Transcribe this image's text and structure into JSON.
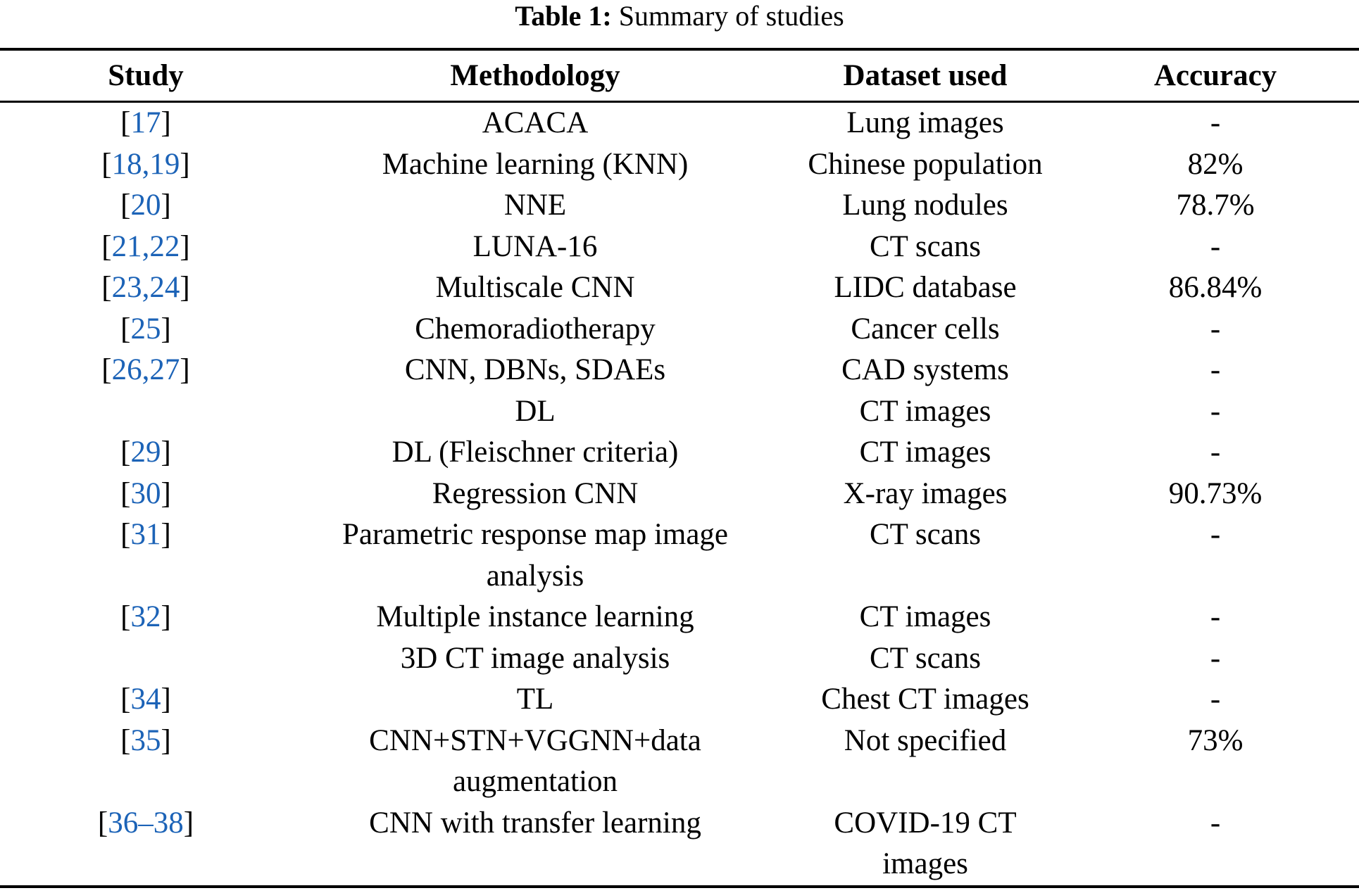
{
  "caption": {
    "label": "Table 1:",
    "text": " Summary of studies"
  },
  "table": {
    "link_color": "#1c63b7",
    "text_color": "#000000",
    "headers": [
      "Study",
      "Methodology",
      "Dataset used",
      "Accuracy"
    ],
    "rows": [
      {
        "ref_open": "[",
        "ref": "17",
        "ref_close": "]",
        "methodology": "ACACA",
        "dataset": "Lung images",
        "accuracy": "-"
      },
      {
        "ref_open": "[",
        "ref": "18,19",
        "ref_close": "]",
        "methodology": "Machine learning (KNN)",
        "dataset": "Chinese population",
        "accuracy": "82%"
      },
      {
        "ref_open": "[",
        "ref": "20",
        "ref_close": "]",
        "methodology": "NNE",
        "dataset": "Lung nodules",
        "accuracy": "78.7%"
      },
      {
        "ref_open": "[",
        "ref": "21,22",
        "ref_close": "]",
        "methodology": "LUNA-16",
        "dataset": "CT scans",
        "accuracy": "-"
      },
      {
        "ref_open": "[",
        "ref": "23,24",
        "ref_close": "]",
        "methodology": "Multiscale CNN",
        "dataset": "LIDC database",
        "accuracy": "86.84%"
      },
      {
        "ref_open": "[",
        "ref": "25",
        "ref_close": "]",
        "methodology": "Chemoradiotherapy",
        "dataset": "Cancer cells",
        "accuracy": "-"
      },
      {
        "ref_open": "[",
        "ref": "26,27",
        "ref_close": "]",
        "methodology": "CNN, DBNs, SDAEs",
        "dataset": "CAD systems",
        "accuracy": "-"
      },
      {
        "ref_open": "",
        "ref": "",
        "ref_close": "",
        "methodology": "DL",
        "dataset": "CT images",
        "accuracy": "-"
      },
      {
        "ref_open": "[",
        "ref": "29",
        "ref_close": "]",
        "methodology": "DL (Fleischner criteria)",
        "dataset": "CT images",
        "accuracy": "-"
      },
      {
        "ref_open": "[",
        "ref": "30",
        "ref_close": "]",
        "methodology": "Regression CNN",
        "dataset": "X-ray images",
        "accuracy": "90.73%"
      },
      {
        "ref_open": "[",
        "ref": "31",
        "ref_close": "]",
        "methodology": "Parametric response map image\nanalysis",
        "dataset": "CT scans",
        "accuracy": "-"
      },
      {
        "ref_open": "[",
        "ref": "32",
        "ref_close": "]",
        "methodology": "Multiple instance learning",
        "dataset": "CT images",
        "accuracy": "-"
      },
      {
        "ref_open": "",
        "ref": "",
        "ref_close": "",
        "methodology": "3D CT image analysis",
        "dataset": "CT scans",
        "accuracy": "-"
      },
      {
        "ref_open": "[",
        "ref": "34",
        "ref_close": "]",
        "methodology": "TL",
        "dataset": "Chest CT images",
        "accuracy": "-"
      },
      {
        "ref_open": "[",
        "ref": "35",
        "ref_close": "]",
        "methodology": "CNN+STN+VGGNN+data\naugmentation",
        "dataset": "Not specified",
        "accuracy": "73%"
      },
      {
        "ref_open": "[",
        "ref": "36–38",
        "ref_close": "]",
        "methodology": "CNN with transfer learning",
        "dataset": "COVID-19 CT\nimages",
        "accuracy": "-"
      }
    ]
  }
}
